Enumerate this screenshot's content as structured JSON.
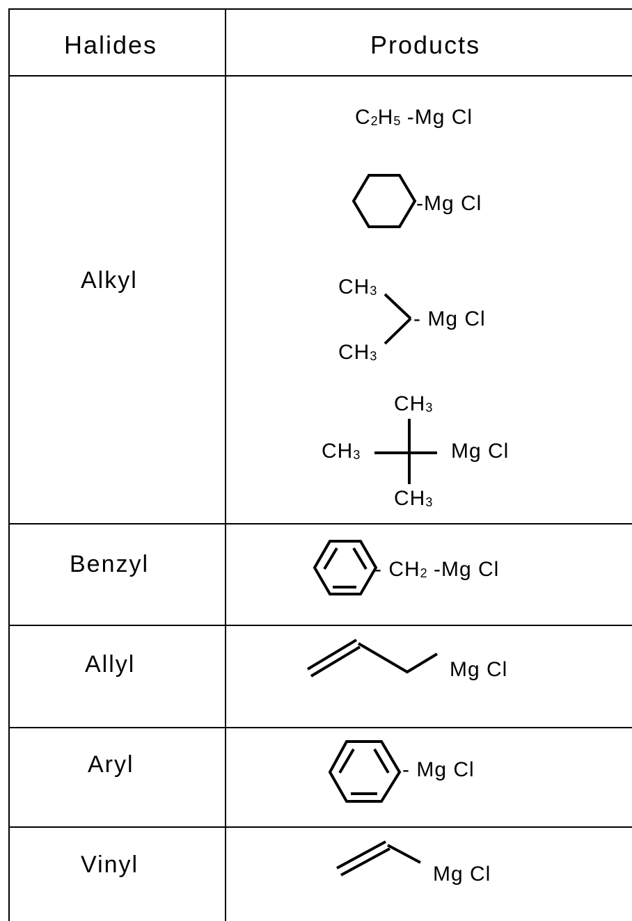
{
  "table": {
    "headers": {
      "halides": "Halides",
      "products": "Products"
    },
    "rows": [
      {
        "halide": "Alkyl",
        "products": [
          {
            "pre": "C",
            "s1": "2",
            "mid": "H",
            "s2": "5",
            "post": " -Mg Cl"
          },
          {
            "text": "-Mg Cl"
          },
          {
            "text": "- Mg Cl",
            "ch3_top": "CH",
            "ch3_top_sub": "3",
            "ch3_bot": "CH",
            "ch3_bot_sub": "3"
          },
          {
            "text": "Mg Cl",
            "ch3": "CH",
            "sub": "3"
          }
        ]
      },
      {
        "halide": "Benzyl",
        "product": {
          "pre": "- CH",
          "sub": "2",
          "post": " -Mg Cl"
        }
      },
      {
        "halide": "Allyl",
        "product": "Mg Cl"
      },
      {
        "halide": "Aryl",
        "product": "- Mg Cl"
      },
      {
        "halide": "Vinyl",
        "product": "Mg Cl"
      }
    ]
  }
}
